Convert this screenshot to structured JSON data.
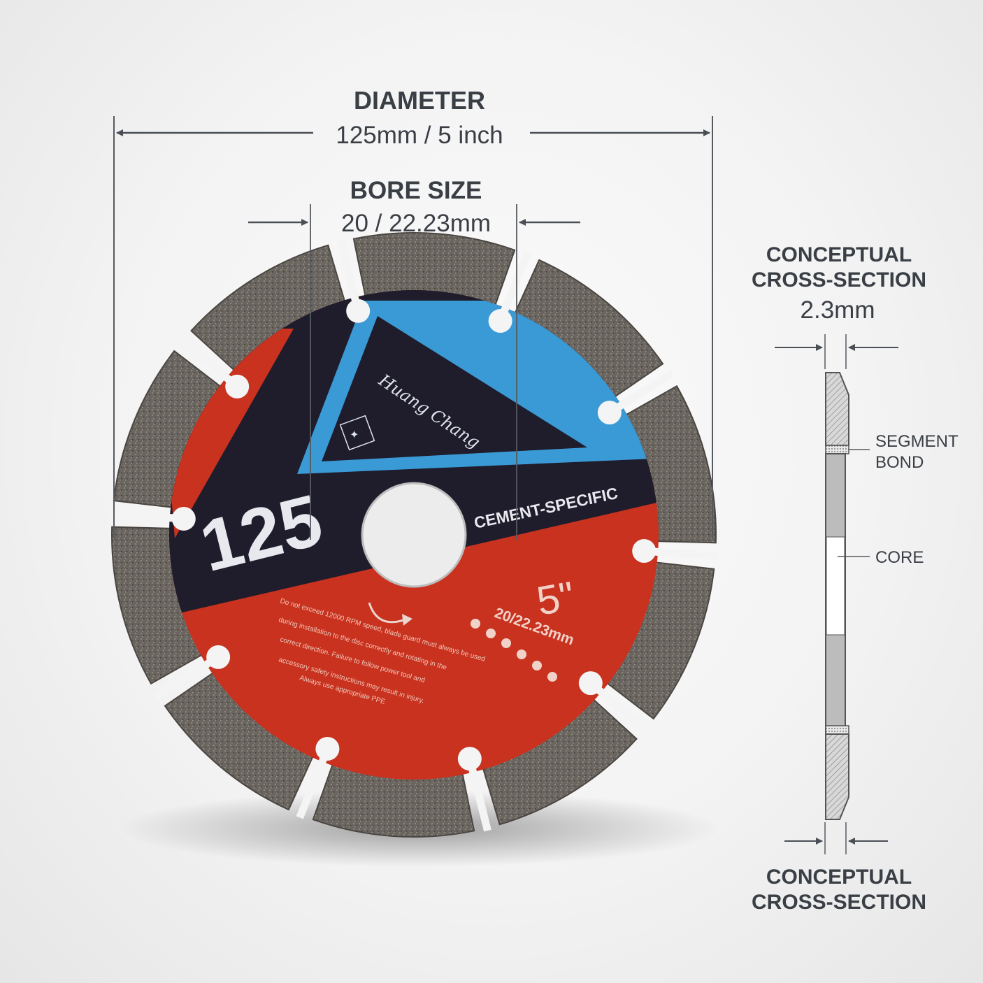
{
  "diameter": {
    "title": "DIAMETER",
    "value": "125mm / 5 inch"
  },
  "bore": {
    "title": "BORE SIZE",
    "value": "20 / 22.23mm"
  },
  "cross_section_top": {
    "line1": "CONCEPTUAL",
    "line2": "CROSS-SECTION",
    "value": "2.3mm"
  },
  "cross_section_bottom": {
    "line1": "CONCEPTUAL",
    "line2": "CROSS-SECTION"
  },
  "callouts": {
    "segment_line1": "SEGMENT",
    "segment_line2": "BOND",
    "core": "CORE"
  },
  "blade": {
    "big_number": "125",
    "type_text": "CEMENT-SPECIFIC",
    "size_mark": "5\"",
    "bore_mark": "20/22.23mm",
    "brand": "Huang Chang",
    "warning_lines": [
      "Do not exceed 12000 RPM speed, blade guard must always be used",
      "during installation to the disc correctly and rotating in the",
      "correct direction. Failure to follow power tool and",
      "accessory safety instructions may result in injury.",
      "Always use appropriate PPE"
    ]
  },
  "colors": {
    "red": "#c8321f",
    "navy": "#1f1c2b",
    "blue": "#3a9ad6",
    "segment": "#6a645f",
    "text": "#3a3f45"
  }
}
